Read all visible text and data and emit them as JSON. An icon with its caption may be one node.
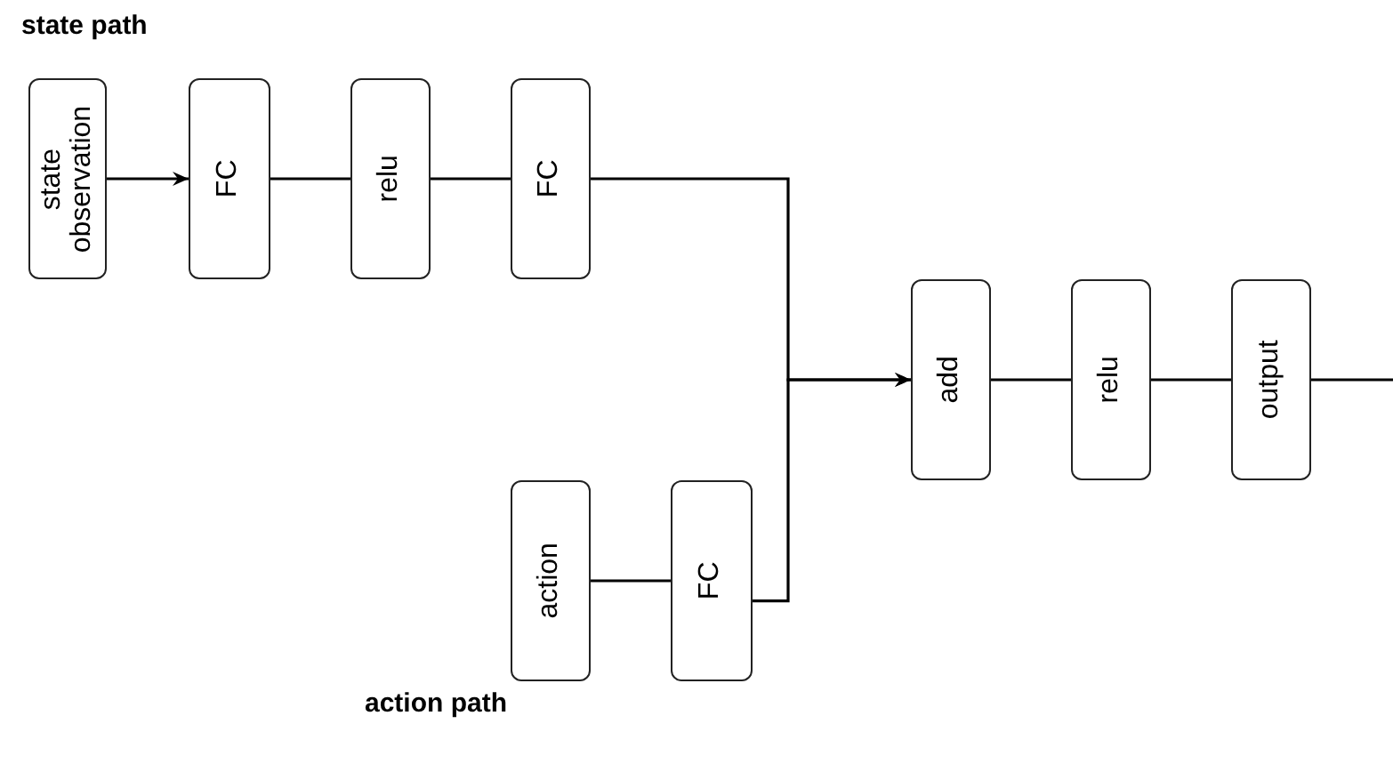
{
  "diagram": {
    "nodes": [
      {
        "text": [
          "state observation"
        ]
      },
      {
        "text": [
          "FC"
        ]
      },
      {
        "text": [
          "relu"
        ]
      },
      {
        "text": [
          "FC"
        ]
      },
      {
        "text": [
          "action"
        ]
      },
      {
        "text": [
          "FC"
        ]
      },
      {
        "text": [
          "add"
        ]
      },
      {
        "text": [
          "relu"
        ]
      },
      {
        "text": [
          "output"
        ]
      }
    ],
    "edges": [
      {
        "from": 0,
        "to": 1,
        "arrow": "to"
      },
      {
        "from": 1,
        "to": 2,
        "arrow": "none"
      },
      {
        "from": 2,
        "to": 3,
        "arrow": "none"
      },
      {
        "from": 3,
        "to": 6,
        "arrow": "to"
      },
      {
        "from": 4,
        "to": 5,
        "arrow": "none"
      },
      {
        "from": 5,
        "to": 6,
        "arrow": "to"
      },
      {
        "from": 6,
        "to": 7,
        "arrow": "none"
      },
      {
        "from": 7,
        "to": 8,
        "arrow": "none"
      },
      {
        "from": 8,
        "to": null,
        "arrow": "none"
      }
    ],
    "labels": [
      "state path",
      "action path"
    ]
  }
}
